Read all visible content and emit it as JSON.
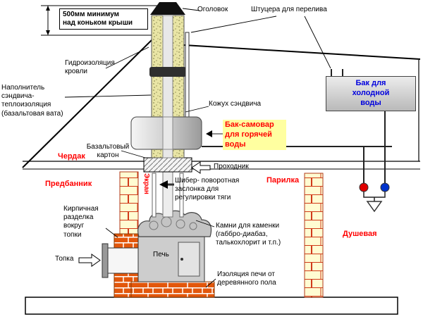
{
  "diagram": {
    "labels": {
      "dim_500mm": "500мм минимум\nнад коньком крыши",
      "ogolovok": "Оголовок",
      "shtucera": "Штуцера для перелива",
      "gidroizolyaciya": "Гидроизоляция\nкровли",
      "napolnitel": "Наполнитель\nсэндвича-\nтеплоизоляция\n(базальтовая вата)",
      "kozhuh": "Кожух сэндвича",
      "bak_holodny": "Бак для\nхолодной\nводы",
      "bak_samovar": "Бак-самовар\nдля горячей\nводы",
      "bazaltovy_karton": "Базальтовый\nкартон",
      "cherdak": "Чердак",
      "prohodnik": "Проходник",
      "predbannik": "Предбанник",
      "ekran": "Экран",
      "shiber": "Шибер- поворотная\nзаслонка для\nрегулировки тяги",
      "parilka": "Парилка",
      "kirpichnaya_razdelka": "Кирпичная\nразделка\nвокруг\nтопки",
      "kamni": "Камни для каменки\n(габбро-диабаз,\nталькохлорит и т.п.)",
      "dushevaya": "Душевая",
      "topka": "Топка",
      "pech": "Печь",
      "izolyaciya": "Изоляция печи от\nдеревянного пола"
    },
    "colors": {
      "room_label_red": "#ff0000",
      "cold_water_blue": "#0000dd",
      "hot_water_label_red": "#ff0000",
      "highlight_yellow": "#ffffa0",
      "wall_yellow": "#fffcd2",
      "mortar_red": "#d03a1a",
      "brick_orange": "#e2570c",
      "valve_hot": "#e00000",
      "valve_cold": "#0033cc"
    }
  }
}
